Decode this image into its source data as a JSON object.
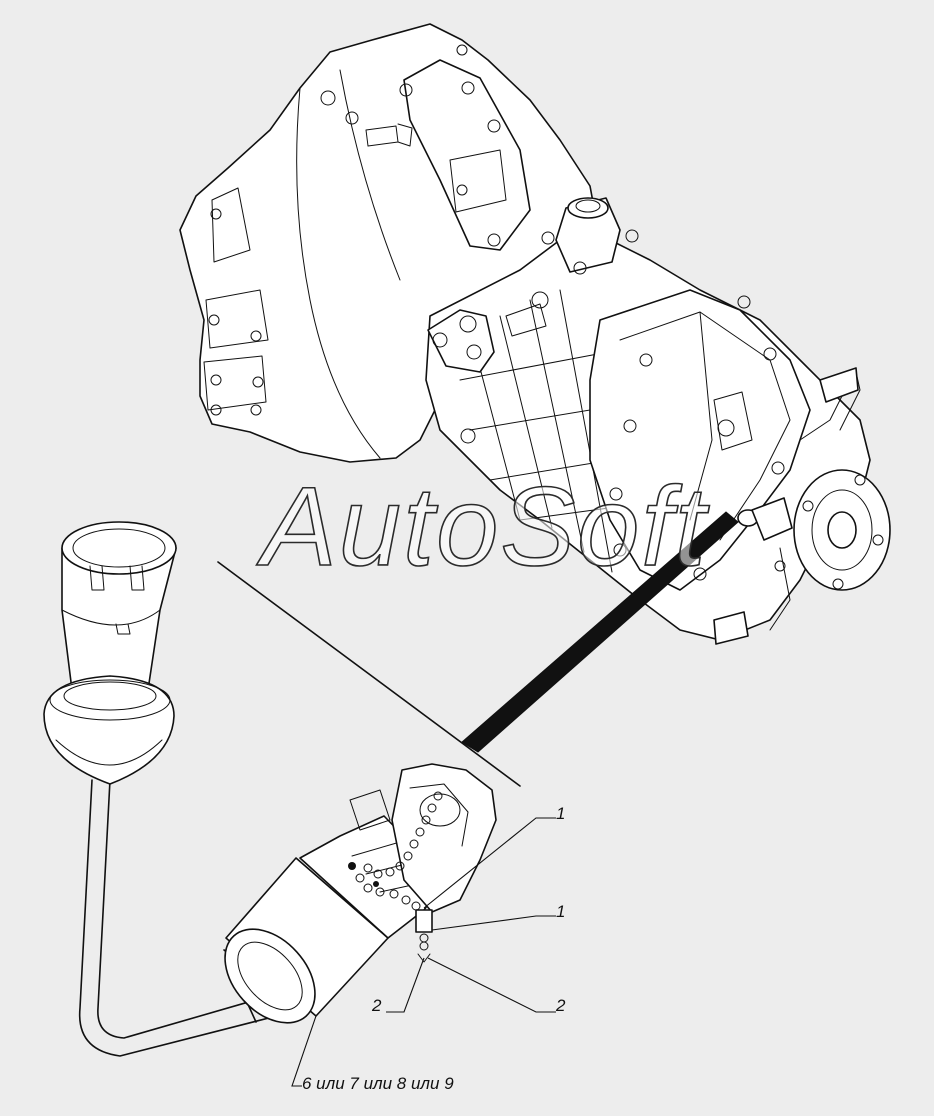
{
  "watermark": "AutoSoft",
  "callouts": [
    {
      "id": "c1a",
      "text": "1"
    },
    {
      "id": "c1b",
      "text": "1"
    },
    {
      "id": "c2a",
      "text": "2"
    },
    {
      "id": "c2b",
      "text": "2"
    },
    {
      "id": "c6",
      "text": "6 или 7 или 8 или 9"
    }
  ]
}
